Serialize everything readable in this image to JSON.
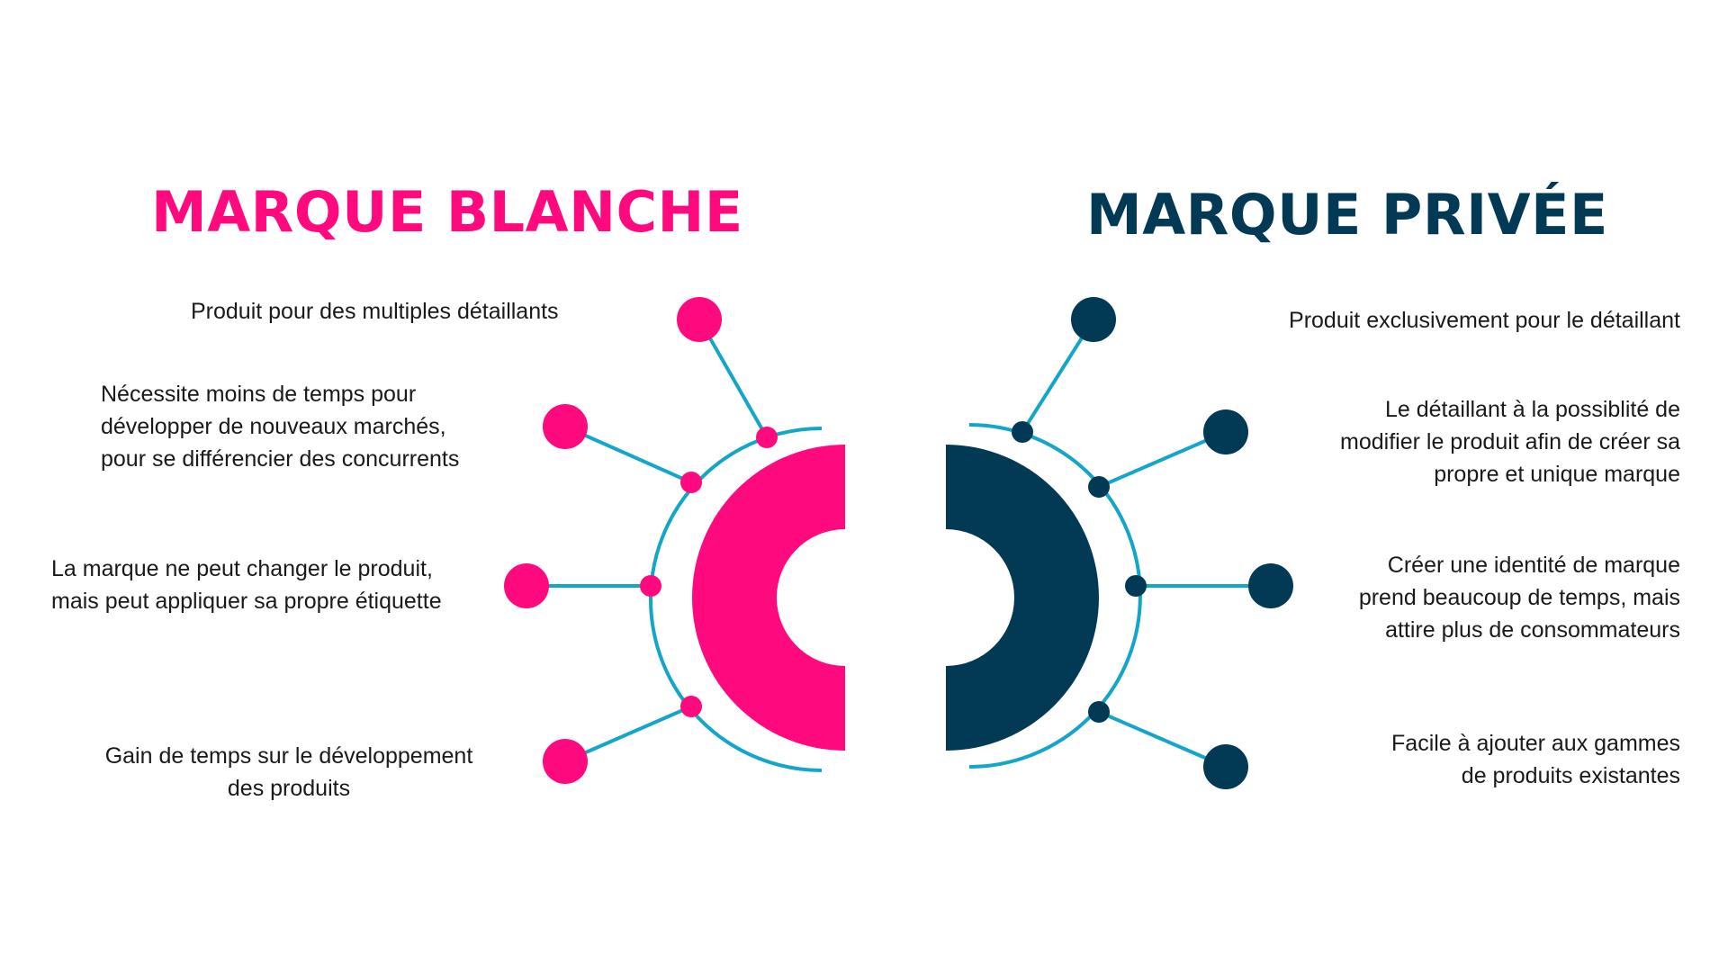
{
  "colors": {
    "pink": "#ff0a7e",
    "navy": "#023a56",
    "teal": "#13a6c8",
    "text": "#1a1a1a"
  },
  "left": {
    "title": "MARQUE BLANCHE",
    "items": [
      {
        "lines": [
          "Produit pour des multiples détaillants"
        ]
      },
      {
        "lines": [
          "Nécessite moins de temps pour",
          "développer de nouveaux marchés,",
          "pour se différencier des concurrents"
        ]
      },
      {
        "lines": [
          "La marque ne peut changer le produit,",
          "mais peut appliquer sa propre étiquette"
        ]
      },
      {
        "lines": [
          "Gain de temps sur le développement",
          "des produits"
        ]
      }
    ]
  },
  "right": {
    "title": "MARQUE PRIVÉE",
    "items": [
      {
        "lines": [
          "Produit exclusivement pour le détaillant"
        ]
      },
      {
        "lines": [
          "Le détaillant à la possiblité de",
          "modifier le produit afin de créer sa",
          "propre et unique marque"
        ]
      },
      {
        "lines": [
          "Créer une identité de marque",
          "prend beaucoup de temps, mais",
          "attire plus de consommateurs"
        ]
      },
      {
        "lines": [
          "Facile à ajouter aux gammes",
          "de produits existantes"
        ]
      }
    ]
  }
}
